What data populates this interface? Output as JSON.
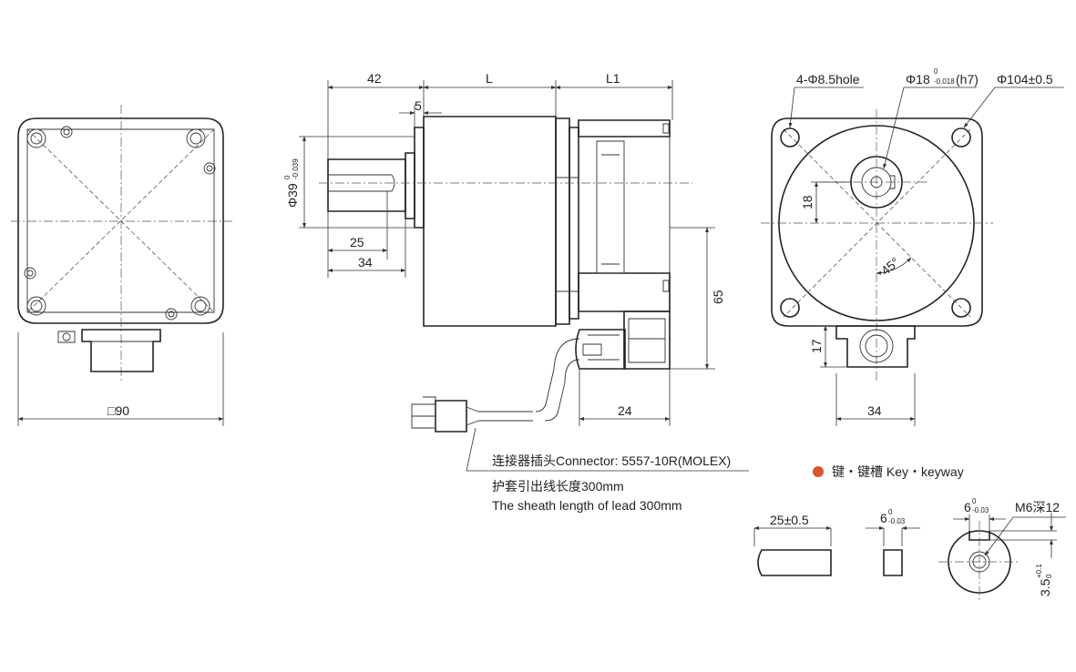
{
  "front_view": {
    "width_dim": "□90"
  },
  "side_view": {
    "dim_42": "42",
    "dim_L": "L",
    "dim_L1": "L1",
    "dim_5": "5",
    "dim_shaft_dia": "Φ39",
    "dim_shaft_dia_tol_upper": "0",
    "dim_shaft_dia_tol_lower": "-0.039",
    "dim_25": "25",
    "dim_34": "34",
    "dim_65": "65",
    "dim_24": "24"
  },
  "rear_view": {
    "hole_label": "4-Φ8.5hole",
    "shaft_label": "Φ18",
    "shaft_tol_upper": "0",
    "shaft_tol_lower": "-0.018",
    "shaft_fit": "(h7)",
    "flange_label": "Φ104±0.5",
    "dim_18": "18",
    "angle_45": "45°",
    "dim_17": "17",
    "dim_34": "34"
  },
  "connector": {
    "label": "连接器插头Connector: 5557-10R(MOLEX)",
    "sheath_cn": "护套引出线长度300mm",
    "sheath_en": "The sheath length of lead 300mm"
  },
  "key_section": {
    "title": "键・键槽 Key・keyway",
    "bullet_color": "#d9542b",
    "key_length": "25±0.5",
    "key_width": "6",
    "key_width_tol_upper": "0",
    "key_width_tol_lower": "-0.03",
    "keyway_width": "6",
    "keyway_width_tol_upper": "0",
    "keyway_width_tol_lower": "-0.03",
    "thread_label": "M6深12",
    "keyway_depth": "3.5",
    "keyway_depth_tol_upper": "+0.1",
    "keyway_depth_tol_lower": "0"
  }
}
